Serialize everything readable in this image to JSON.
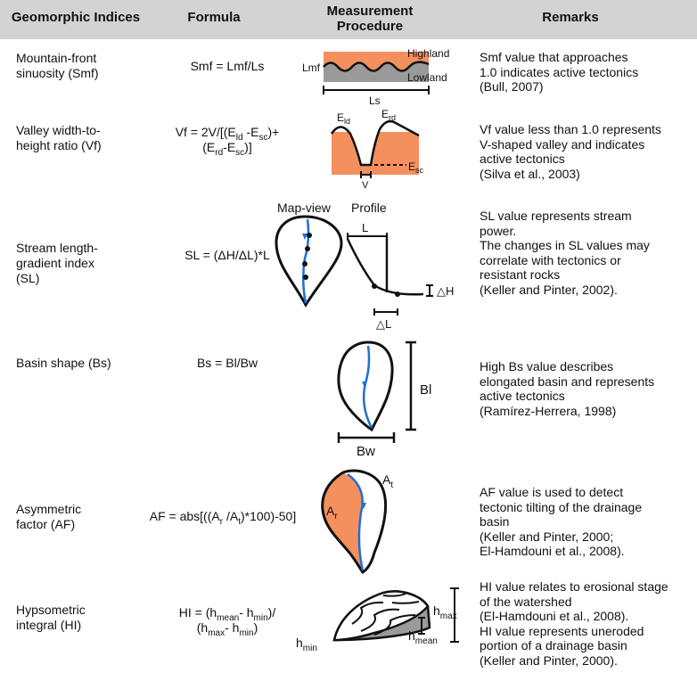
{
  "header": {
    "col1": "Geomorphic Indices",
    "col2": "Formula",
    "col3_line1": "Measurement",
    "col3_line2": "Procedure",
    "col4": "Remarks"
  },
  "rows": [
    {
      "index_l1": "Mountain-front",
      "index_l2": "sinuosity (Smf)",
      "formula": "Smf = Lmf/Ls",
      "remarks": [
        "Smf value that approaches",
        "1.0 indicates active tectonics",
        "(Bull, 2007)"
      ],
      "fig_labels": {
        "lmf": "Lmf",
        "highland": "Highland",
        "lowland": "Lowland",
        "ls": "Ls"
      }
    },
    {
      "index_l1": "Valley width-to-",
      "index_l2": "height ratio (Vf)",
      "formula_l1_a": "Vf = 2V/[(E",
      "formula_l1_sub1": "ld",
      "formula_l1_b": " -E",
      "formula_l1_sub2": "sc",
      "formula_l1_c": ")+",
      "formula_l2_a": "(E",
      "formula_l2_sub1": "rd",
      "formula_l2_b": "-E",
      "formula_l2_sub2": "sc",
      "formula_l2_c": ")]",
      "remarks": [
        "Vf value less than 1.0 represents",
        "V-shaped valley and indicates",
        "active tectonics",
        "(Silva et al., 2003)"
      ],
      "fig_labels": {
        "e": "E",
        "ld": "ld",
        "rd": "rd",
        "sc": "sc",
        "v": "V"
      }
    },
    {
      "index_l1": "Stream length-",
      "index_l2": "gradient index",
      "index_l3": "(SL)",
      "formula": "SL = (ΔH/ΔL)*L",
      "remarks": [
        "SL value represents stream",
        "power.",
        "The changes in SL values may",
        "correlate with tectonics or",
        "resistant rocks",
        "(Keller and Pinter, 2002)."
      ],
      "fig_labels": {
        "map_view": "Map-view",
        "profile": "Profile",
        "l": "L",
        "dh": "△H",
        "dl": "△L"
      }
    },
    {
      "index_l1": "Basin shape (Bs)",
      "formula": "Bs = Bl/Bw",
      "remarks": [
        "High Bs value describes",
        "elongated basin and represents",
        "active tectonics",
        "(Ramírez-Herrera, 1998)"
      ],
      "fig_labels": {
        "bl": "Bl",
        "bw": "Bw"
      }
    },
    {
      "index_l1": "Asymmetric",
      "index_l2": "factor (AF)",
      "formula_a": "AF = abs[((A",
      "formula_sub1": "r",
      "formula_b": " /A",
      "formula_sub2": "t",
      "formula_c": ")*100)-50]",
      "remarks": [
        "AF value is used to detect",
        "tectonic tilting of the drainage",
        "basin",
        "(Keller and Pinter, 2000;",
        "El-Hamdouni et al., 2008)."
      ],
      "fig_labels": {
        "a": "A",
        "t": "t",
        "r": "r"
      }
    },
    {
      "index_l1": "Hypsometric",
      "index_l2": "integral (HI)",
      "formula_l1_a": "HI = (h",
      "formula_l1_sub1": "mean",
      "formula_l1_b": "- h",
      "formula_l1_sub2": "min",
      "formula_l1_c": ")/",
      "formula_l2_a": "(h",
      "formula_l2_sub1": "max",
      "formula_l2_b": "- h",
      "formula_l2_sub2": "min",
      "formula_l2_c": ")",
      "remarks": [
        "HI value relates to erosional stage",
        "of the watershed",
        "(El-Hamdouni et al., 2008).",
        "HI value represents uneroded",
        "portion of a drainage basin",
        "(Keller and Pinter, 2000)."
      ],
      "fig_labels": {
        "h": "h",
        "max": "max",
        "mean": "mean",
        "min": "min"
      }
    }
  ],
  "colors": {
    "header_bg": "#d3d3d3",
    "highland": "#f4905e",
    "lowland": "#9a9a9a",
    "stream": "#1f6fd6"
  }
}
